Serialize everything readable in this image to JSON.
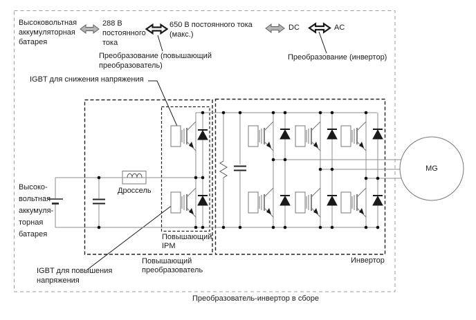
{
  "legend": {
    "battery": "Высоковольтная\nаккумуляторная\nбатарея",
    "v288": "288 В\nпостоянного\nтока",
    "v650": "650 В постоянного тока\n(макс.)",
    "dc": "DC",
    "ac": "AC",
    "conversion_boost": "Преобразование (повышающий\nпреобразователь)",
    "conversion_inverter": "Преобразование (инвертор)"
  },
  "callouts": {
    "igbt_step_down": "IGBT для снижения напряжения",
    "igbt_step_up": "IGBT для повышения\nнапряжения"
  },
  "diagram": {
    "battery_side": "Высоко-\nвольтная\nаккумуля-\nторная\nбатарея",
    "choke": "Дроссель",
    "boost_ipm": "Повышающий\nIPM",
    "boost_converter": "Повышающий\nпреобразователь",
    "inverter": "Инвертор",
    "assembly": "Преобразователь-инвертор в сборе",
    "motor_generator": "MG"
  },
  "colors": {
    "background": "#ffffff",
    "wire": "#8c8c8c",
    "component_outline": "#777777",
    "ink": "#1a1a1a",
    "outer_dash": "#9c9c9c",
    "arrow_gray_fill": "#b5b5b5",
    "arrow_gray_stroke": "#5f5f5f",
    "arrow_black_stroke": "#1a1a1a",
    "text": "#1a1a1a"
  }
}
